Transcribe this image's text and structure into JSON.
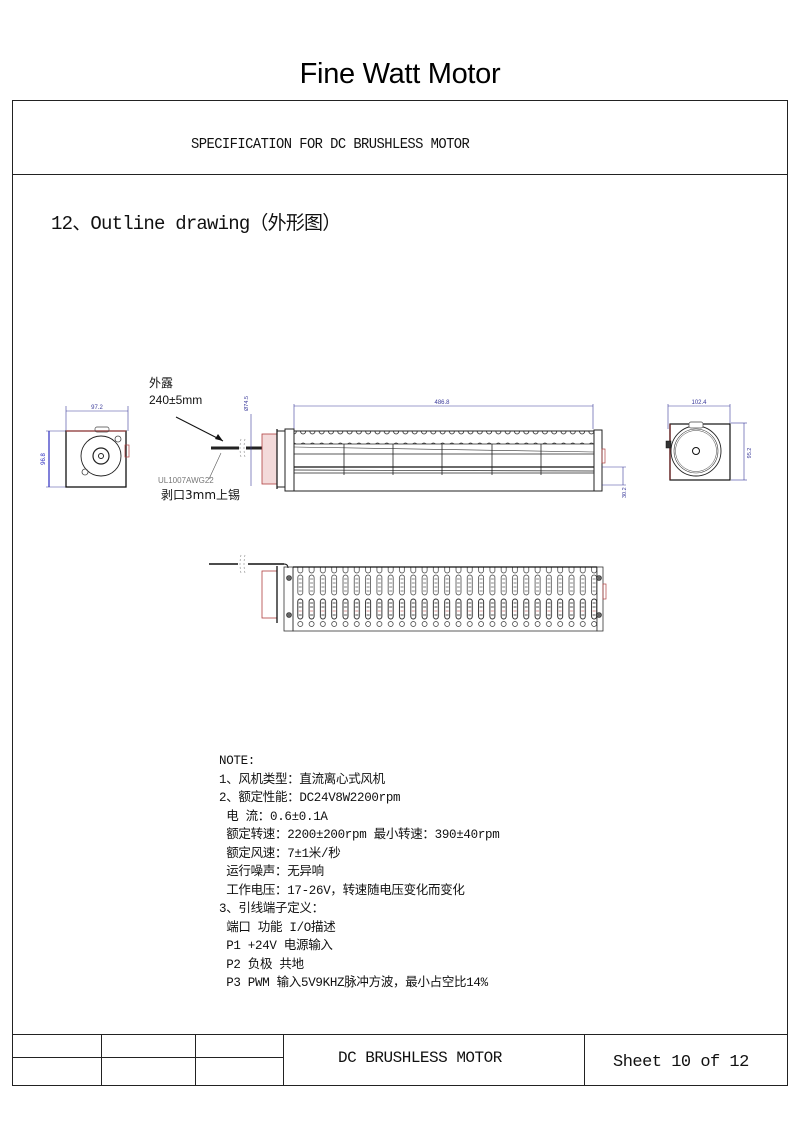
{
  "brand": {
    "title": "Fine Watt Motor"
  },
  "header": {
    "spec_title": "SPECIFICATION FOR DC BRUSHLESS MOTOR"
  },
  "section": {
    "title": "12、Outline drawing（外形图）"
  },
  "drawing": {
    "lead_label_line1": "外露",
    "lead_label_line2": "240±5mm",
    "wire_spec": "UL1007AWG22",
    "strip_note": "剥口3mm上锡",
    "dim_left_width": "97.2",
    "dim_left_height": "96.8",
    "dim_motor_dia": "Ø74.5",
    "dim_length": "486.8",
    "dim_outlet": "30.2",
    "dim_right_width": "102.4",
    "dim_right_height": "95.2",
    "colors": {
      "outline": "#1a1a1a",
      "dimension": "#3a3a9a",
      "accent": "#b04040"
    }
  },
  "notes": {
    "heading": "NOTE:",
    "lines": [
      "1、风机类型：直流离心式风机",
      "2、额定性能：DC24V8W2200rpm",
      " 电 流：0.6±0.1A",
      " 额定转速：2200±200rpm 最小转速：390±40rpm",
      " 额定风速：7±1米/秒",
      " 运行噪声：无异响",
      " 工作电压：17-26V，转速随电压变化而变化",
      "3、引线端子定义：",
      " 端口 功能 I/O描述",
      " P1 +24V 电源输入",
      " P2 负极 共地",
      " P3 PWM 输入5V9KHZ脉冲方波，最小占空比14%"
    ]
  },
  "titleblock": {
    "product": "DC BRUSHLESS MOTOR",
    "sheet": "Sheet 10 of 12"
  }
}
